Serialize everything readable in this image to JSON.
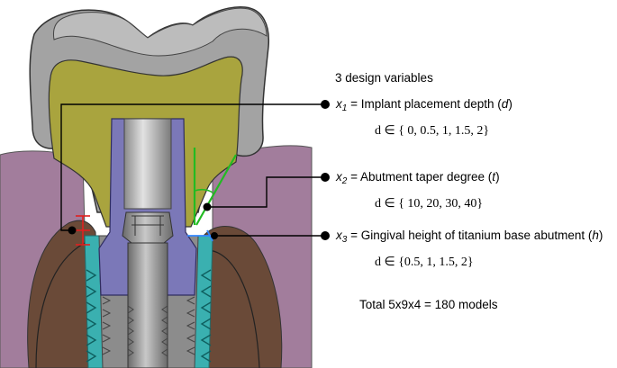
{
  "header": "3 design variables",
  "variables": [
    {
      "symbol": "x",
      "index": "1",
      "label_prefix": " = Implant placement depth (",
      "param": "d",
      "label_suffix": ")",
      "set": "d ∈ { 0, 0.5, 1, 1.5, 2}"
    },
    {
      "symbol": "x",
      "index": "2",
      "label_prefix": " = Abutment taper degree (",
      "param": "t",
      "label_suffix": ")",
      "set": "d ∈ { 10, 20, 30, 40}"
    },
    {
      "symbol": "x",
      "index": "3",
      "label_prefix": " = Gingival height of titanium base abutment (",
      "param": "h",
      "label_suffix": ")",
      "set": "d ∈ {0.5, 1, 1.5, 2}"
    }
  ],
  "total": "Total 5x9x4 = 180 models",
  "colors": {
    "crown": "#a3a3a3",
    "crown_core": "#a9a43e",
    "gingiva": "#a27d9c",
    "bone": "#6a4a38",
    "abutment": "#7b78b8",
    "screw": "#808080",
    "implant": "#3ab0b0",
    "leader": "#000000",
    "depth_marker": "#e02020",
    "taper_marker": "#22bb22",
    "height_marker": "#3388ff"
  }
}
